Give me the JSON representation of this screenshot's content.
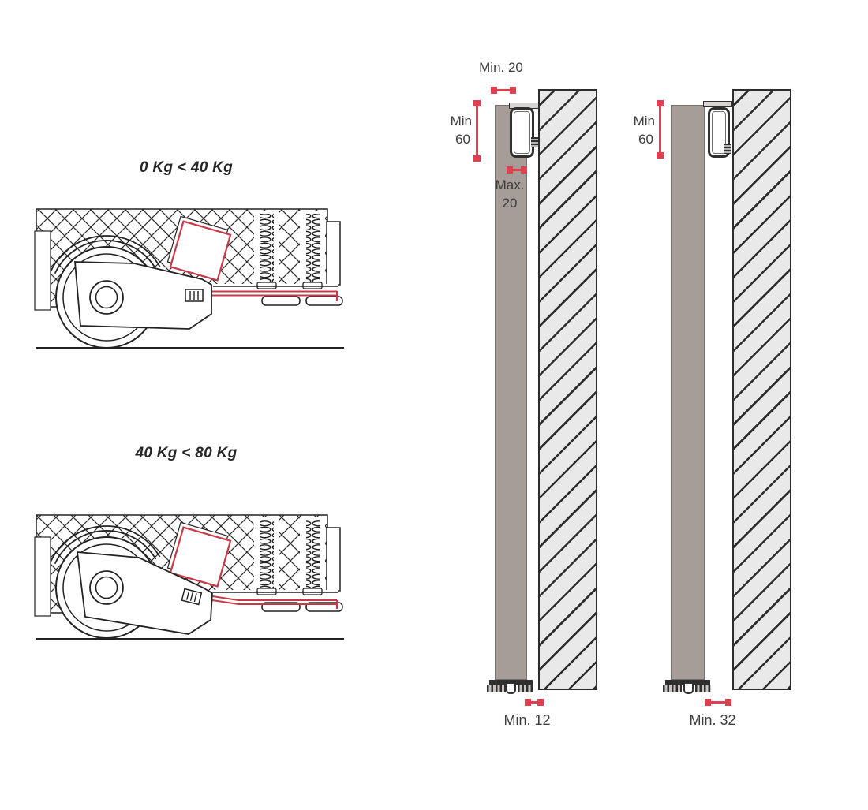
{
  "figures": [
    {
      "label": "0 Kg < 40 Kg"
    },
    {
      "label": "40 Kg < 80 Kg"
    }
  ],
  "sections": [
    {
      "dim_top": "Min. 20",
      "dim_side": [
        "Min",
        "60"
      ],
      "dim_mid": [
        "Max.",
        "20"
      ],
      "dim_bottom": "Min. 12"
    },
    {
      "dim_side": [
        "Min",
        "60"
      ],
      "dim_bottom": "Min. 32"
    }
  ],
  "colors": {
    "accent_red": "#e0404e",
    "door_gray": "#a69c98",
    "wall_fill": "#e9e9e9",
    "line_dark": "#2d2d2d"
  }
}
